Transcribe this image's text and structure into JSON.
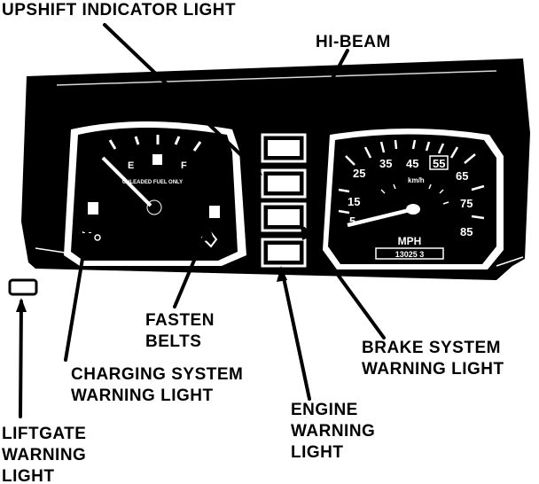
{
  "callouts": {
    "upshift": [
      "UPSHIFT INDICATOR LIGHT"
    ],
    "hi_beam": [
      "HI-BEAM"
    ],
    "fasten_belts": [
      "FASTEN",
      "BELTS"
    ],
    "brake_system": [
      "BRAKE SYSTEM",
      "WARNING LIGHT"
    ],
    "charging_system": [
      "CHARGING SYSTEM",
      "WARNING LIGHT"
    ],
    "engine": [
      "ENGINE",
      "WARNING",
      "LIGHT"
    ],
    "liftgate": [
      "LIFTGATE",
      "WARNING",
      "LIGHT"
    ]
  },
  "fuel_gauge": {
    "empty_mark": "E",
    "full_mark": "F",
    "fuel_note": "UNLEADED FUEL ONLY"
  },
  "speedometer": {
    "mph_ticks": [
      "25",
      "35",
      "45",
      "55",
      "65",
      "75",
      "85",
      "15",
      "5"
    ],
    "kmh_label": "km/h",
    "unit": "MPH",
    "odometer": "13025 3"
  },
  "colors": {
    "ink": "#000000",
    "paper": "#ffffff"
  }
}
